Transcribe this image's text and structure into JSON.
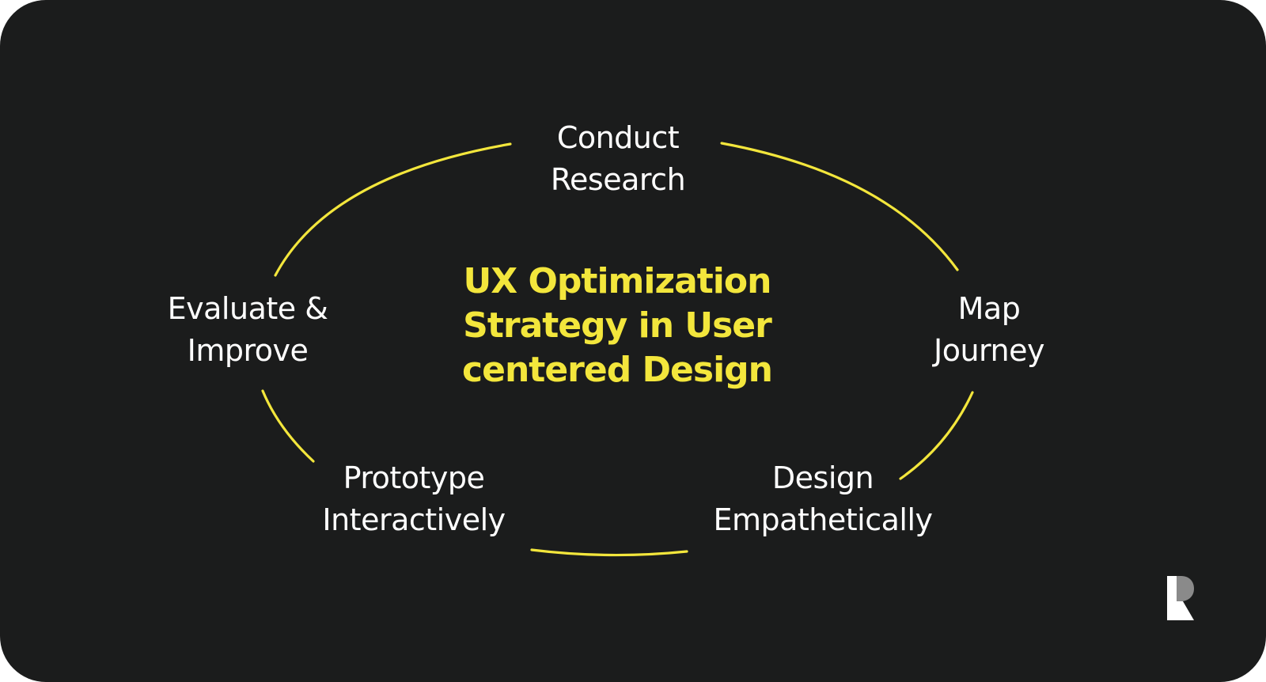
{
  "colors": {
    "background": "#1b1c1c",
    "accent": "#f3e63c",
    "text": "#ffffff",
    "logo_light": "#ffffff",
    "logo_shade": "#8a8a8a"
  },
  "diagram": {
    "center_title": {
      "line1": "UX Optimization",
      "line2": "Strategy in User",
      "line3": "centered Design"
    },
    "steps": [
      {
        "line1": "Conduct",
        "line2": "Research"
      },
      {
        "line1": "Map",
        "line2": "Journey"
      },
      {
        "line1": "Design",
        "line2": "Empathetically"
      },
      {
        "line1": "Prototype",
        "line2": "Interactively"
      },
      {
        "line1": "Evaluate &",
        "line2": "Improve"
      }
    ]
  },
  "brand": {
    "logo_icon": "r-logo-icon",
    "logo_letter": "R"
  }
}
